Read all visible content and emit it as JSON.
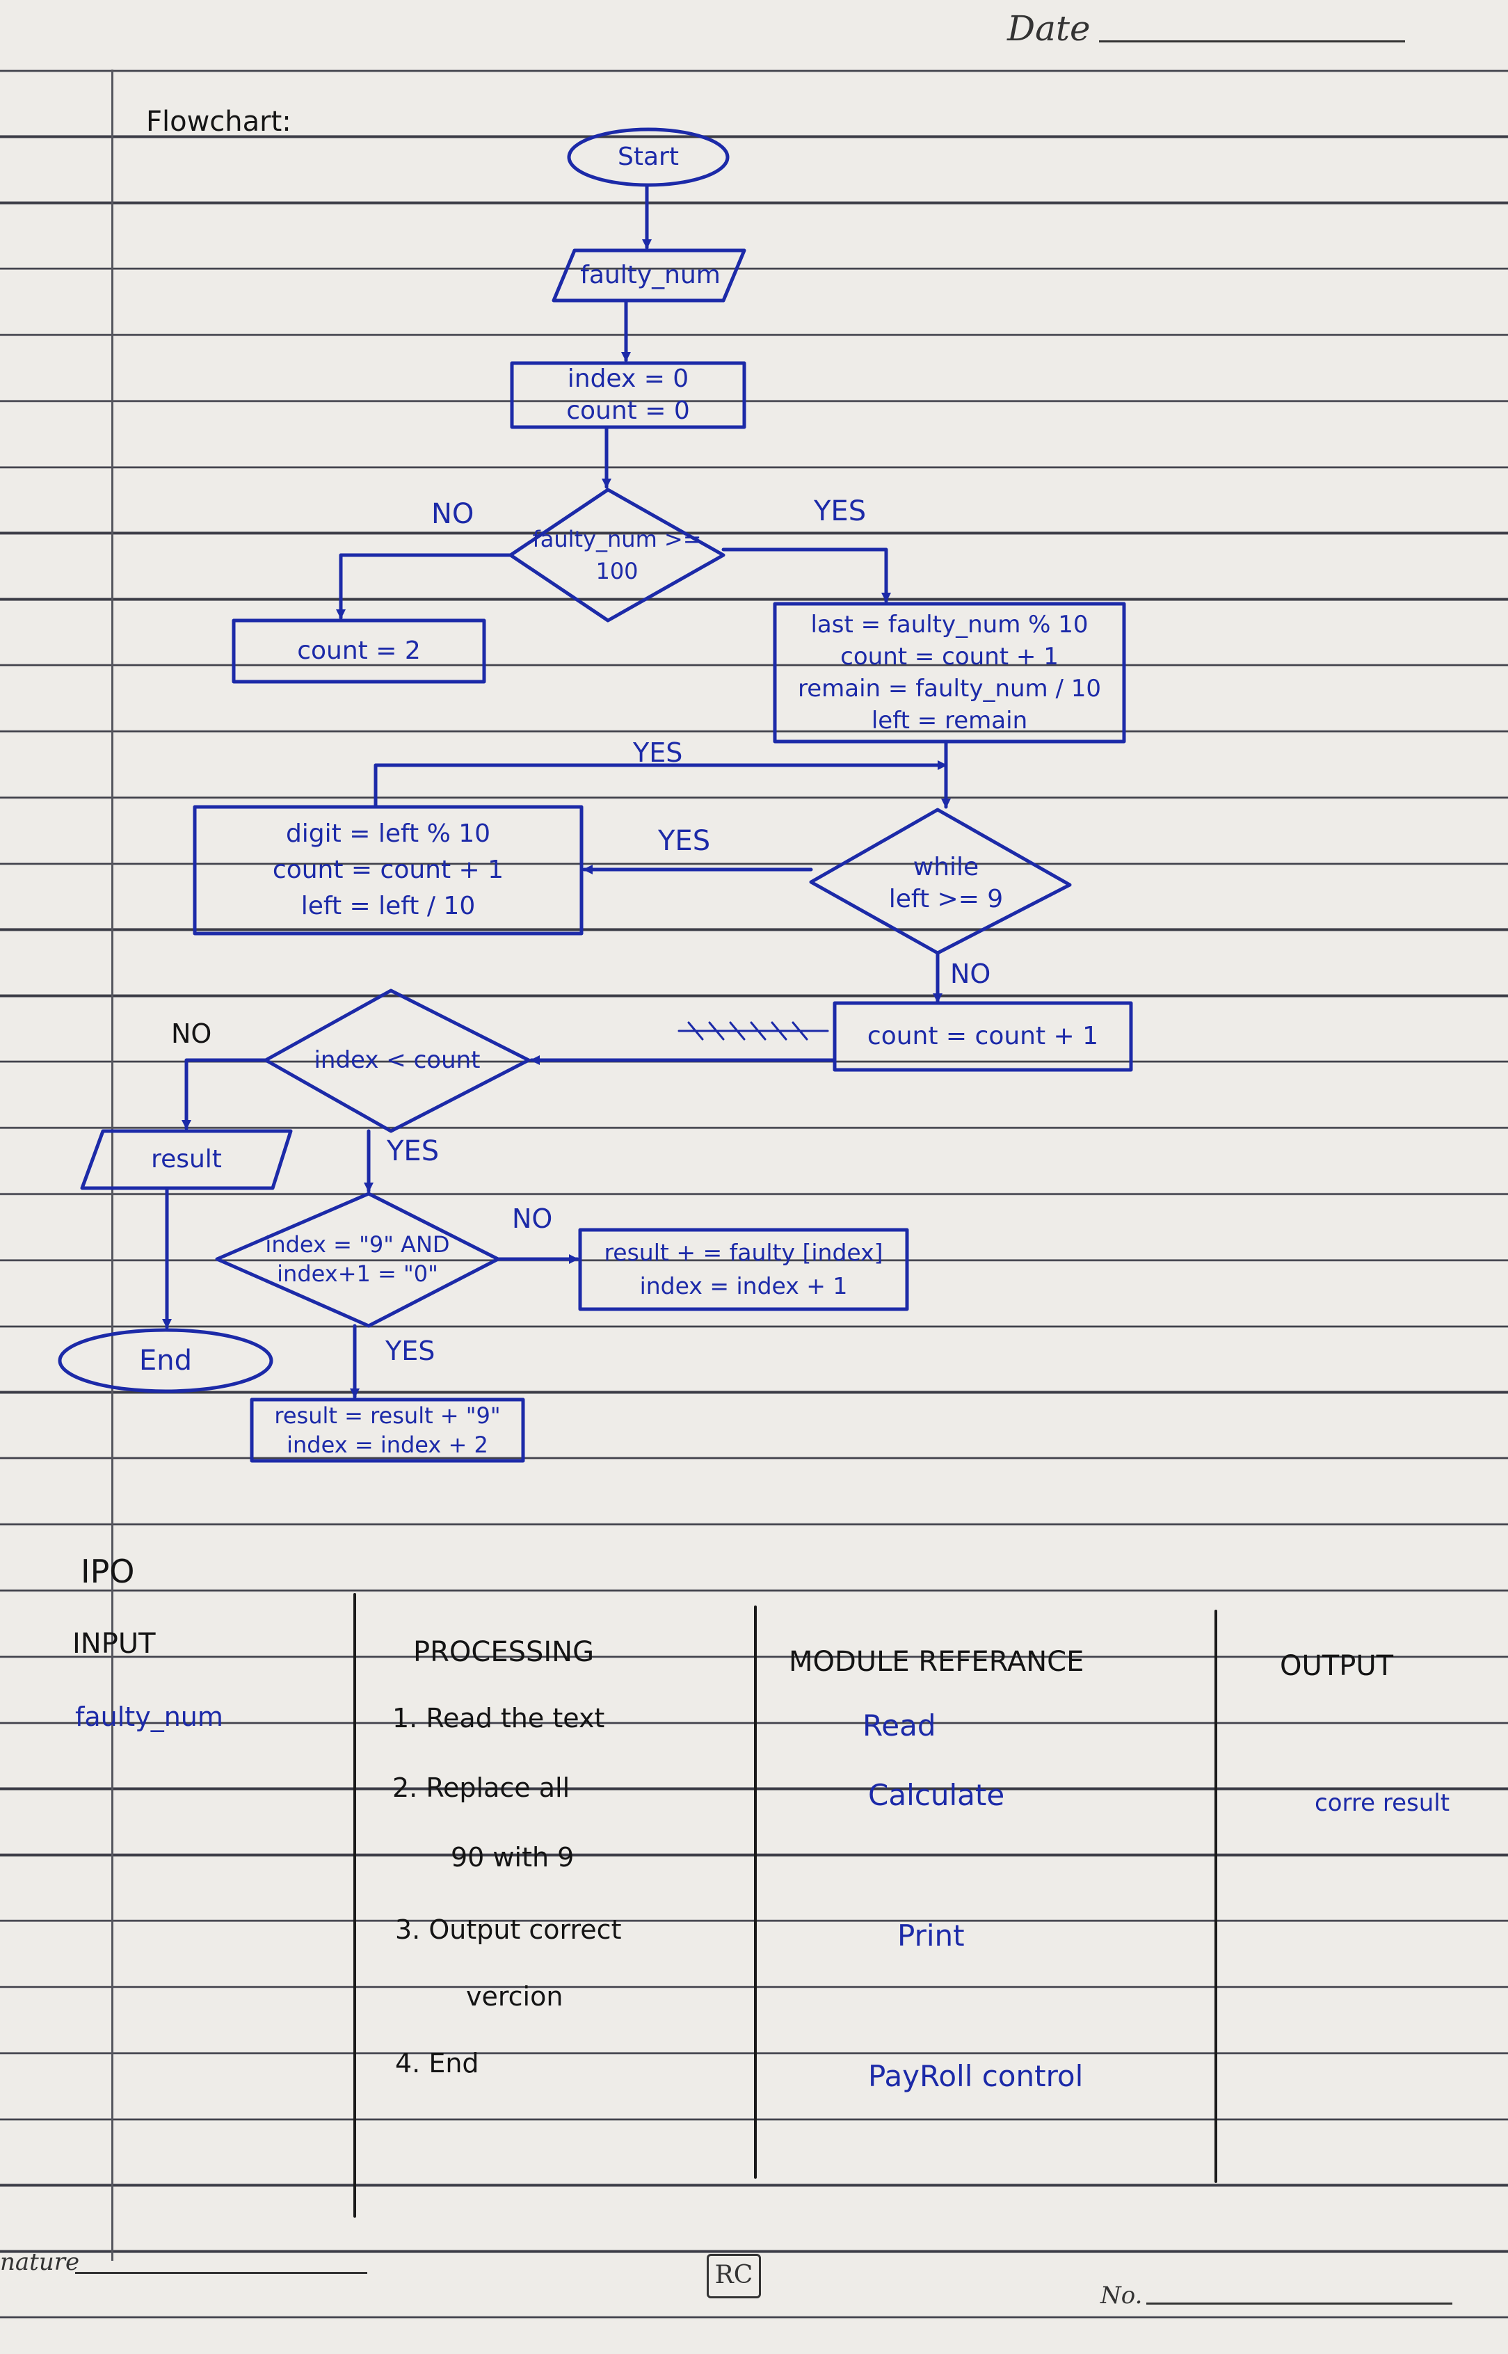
{
  "header": {
    "date_label": "Date"
  },
  "footer": {
    "signature_label": "nature",
    "page_no_label": "No.",
    "logo_text": "RC"
  },
  "flowchart": {
    "title": "Flowchart:",
    "start": "Start",
    "input": "faulty_num",
    "init": [
      "index = 0",
      "count = 0"
    ],
    "decision_1": [
      "faulty_num >=",
      "100"
    ],
    "decision_1_no": "NO",
    "decision_1_yes": "YES",
    "count2": "count = 2",
    "calc": [
      "last = faulty_num % 10",
      "count = count + 1",
      "remain = faulty_num / 10",
      "left = remain"
    ],
    "loop_yes": "YES",
    "digit": [
      "digit = left % 10",
      "count = count + 1",
      "left = left / 10"
    ],
    "while_yes": "YES",
    "while": [
      "while",
      "left >= 9"
    ],
    "while_no": "NO",
    "count_plus": "count = count + 1",
    "index_cond": "index < count",
    "index_cond_no": "NO",
    "index_cond_yes": "YES",
    "result_output": "result",
    "nine_cond": [
      "index = \"9\" AND",
      "index+1 = \"0\""
    ],
    "nine_cond_no": "NO",
    "nine_cond_yes": "YES",
    "append": [
      "result + = faulty [index]",
      "index = index + 1"
    ],
    "end": "End",
    "add9": [
      "result = result + \"9\"",
      "index = index + 2"
    ]
  },
  "ipo": {
    "title": "IPO",
    "columns": [
      "INPUT",
      "PROCESSING",
      "MODULE REFERANCE",
      "OUTPUT"
    ],
    "input": "faulty_num",
    "processing": [
      "1. Read the text",
      "2. Replace all",
      "90 with 9",
      "3. Output correct",
      "vercion",
      "4. End"
    ],
    "modules": [
      "Read",
      "Calculate",
      "Print",
      "PayRoll control"
    ],
    "output": "corre result"
  }
}
